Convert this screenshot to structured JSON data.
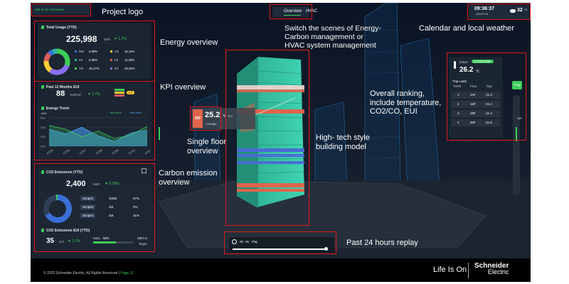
{
  "colors": {
    "accent": "#3dcd58",
    "annotation_box": "#e01b1b",
    "building_teal": "#39c7a7",
    "building_red": "#e0644b",
    "building_blue": "#4a6bd6"
  },
  "annotations": {
    "project_logo": "Project logo",
    "energy_overview": "Energy overview",
    "switch_scenes": [
      "Switch the scenes of Energy-",
      "Carbon management or",
      "HVAC system management"
    ],
    "calendar_weather": "Calendar and local weather",
    "kpi_overview": "KPI overview",
    "overall_ranking": [
      "Overall ranking,",
      "include temperature,",
      "CO2/CO, EUI"
    ],
    "single_floor": [
      "Single floor",
      "overview"
    ],
    "building_model": [
      "High- tech style",
      "building model"
    ],
    "carbon_emission": [
      "Carbon emission",
      "overview"
    ],
    "replay": "Past 24 hours replay"
  },
  "header": {
    "logo_text": "Life Is On Schneider",
    "tabs": [
      {
        "label": "Overview",
        "active": true
      },
      {
        "label": "HVAC",
        "active": false
      }
    ],
    "time": "09:36:37",
    "date": "2023/7/28",
    "weather_temp": "32",
    "weather_unit": "°C",
    "weather_icon": "cloud-icon"
  },
  "total_usage": {
    "title": "Total Usage  (YTD)",
    "value": "225,998",
    "unit": "kWh",
    "delta": "▼ 1.7%",
    "legend": [
      {
        "code": "WS",
        "pct": "6.08%",
        "color": "#3a6fd8"
      },
      {
        "code": "AS",
        "pct": "16.11%",
        "color": "#ffcc33"
      },
      {
        "code": "LP",
        "pct": "6.08%",
        "color": "#2fb3a6"
      },
      {
        "code": "LE",
        "pct": "11.28%",
        "color": "#e35d5d"
      },
      {
        "code": "TN",
        "pct": "30.27%",
        "color": "#3dcd58"
      },
      {
        "code": "OT",
        "pct": "29.02%",
        "color": "#8a6ff0"
      }
    ],
    "donut": [
      30.27,
      29.02,
      16.11,
      11.28,
      6.08,
      6.08
    ]
  },
  "kpi": {
    "title": "Past 12 Months EUI",
    "value": "88",
    "unit": "kWh/㎡",
    "delta": "▼ 1.7%",
    "rating": "L2",
    "trend_title": "Energy Trend",
    "trend_unit": "kWh",
    "legend_this": "this week",
    "legend_last": "last week",
    "dates": [
      "07/05",
      "07/06",
      "07/07",
      "07/08",
      "07/09",
      "07/10",
      "07/11"
    ],
    "y_ticks": [
      "500",
      "400",
      "300",
      "200"
    ]
  },
  "chart_data": {
    "type": "area",
    "title": "Energy Trend",
    "categories": [
      "07/05",
      "07/06",
      "07/07",
      "07/08",
      "07/09",
      "07/10",
      "07/11"
    ],
    "series": [
      {
        "name": "this week",
        "values": [
          420,
          380,
          300,
          360,
          280,
          320,
          410
        ]
      },
      {
        "name": "last week",
        "values": [
          380,
          330,
          400,
          310,
          250,
          340,
          370
        ]
      }
    ],
    "ylabel": "kWh",
    "ylim": [
      200,
      500
    ]
  },
  "co2": {
    "title": "CO2 Emissions  (YTD)",
    "value": "2,400",
    "unit": "kWh",
    "delta": "▼ 0.29%",
    "scopes": [
      {
        "label": "Scope1",
        "amount": "1000t",
        "pct": "67%"
      },
      {
        "label": "Scope2",
        "amount": "22t",
        "pct": "2%"
      },
      {
        "label": "Scope3",
        "amount": "33t",
        "pct": "31%"
      }
    ],
    "donut": [
      67,
      31,
      2
    ],
    "eui_title": "CO2 Emissions EUI  (YTD)",
    "eui_value": "35",
    "eui_unit": "t/㎡",
    "eui_delta": "▼ 1.7%",
    "ratio_label": "Ratio",
    "ratio_value": "58%",
    "ratio_fill": 0.58,
    "target_value": "160",
    "target_unit": "t/㎡",
    "target_label": "Target"
  },
  "floor_card": {
    "floor": "30F",
    "temp": "25.2",
    "unit": "℃",
    "label": "Average",
    "suffix": "Nor"
  },
  "ranking": {
    "indoor_label": "Indoor",
    "comfort": "Comfortable",
    "indoor_temp": "26.2",
    "indoor_unit": "℃",
    "list_title": "Tmp Last5",
    "headers": [
      "TOP5",
      "Floor",
      "Tmp"
    ],
    "rows": [
      {
        "rank": "1",
        "floor": "14F",
        "tmp": "21.3"
      },
      {
        "rank": "2",
        "floor": "16F",
        "tmp": "21.2"
      },
      {
        "rank": "3",
        "floor": "18F",
        "tmp": "21.3"
      },
      {
        "rank": "4",
        "floor": "20F",
        "tmp": "21.8"
      }
    ],
    "side_tab": "Tmp",
    "floor_marker": "14F"
  },
  "replay": {
    "time": "09 : 36",
    "label": "Play",
    "progress": 0.98
  },
  "footer": {
    "copyright": "© 2023 Schneider Electric, All Rights Reserved | ",
    "page": "Page 11",
    "life_is_on": "Life Is On",
    "brand": "Schneider",
    "brand_sub": "Electric"
  }
}
